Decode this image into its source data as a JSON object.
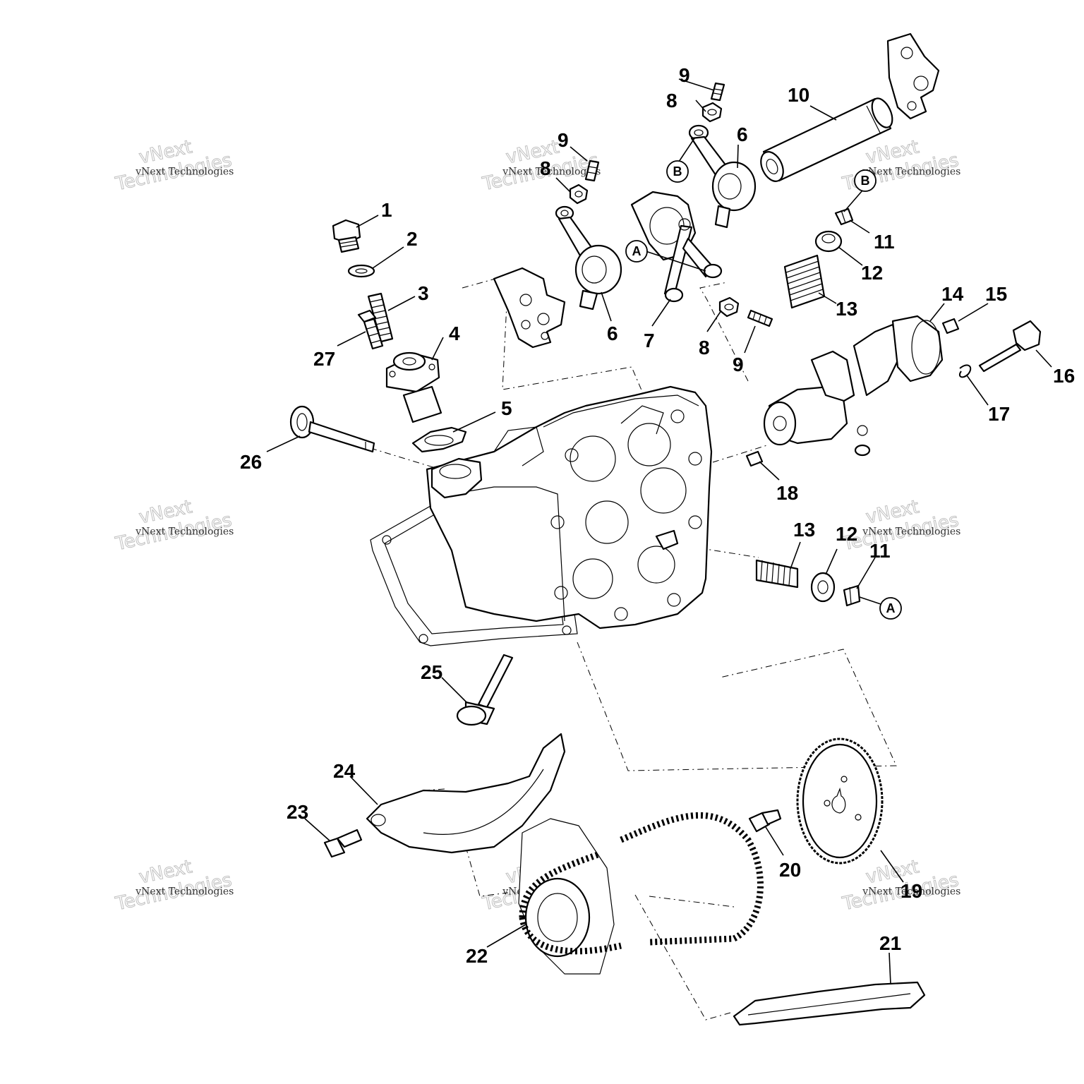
{
  "diagram": {
    "callouts": {
      "c1": "1",
      "c2": "2",
      "c3": "3",
      "c4": "4",
      "c5": "5",
      "c6a": "6",
      "c6b": "6",
      "c7": "7",
      "c8a": "8",
      "c8b": "8",
      "c8c": "8",
      "c9a": "9",
      "c9b": "9",
      "c9c": "9",
      "c10": "10",
      "c11a": "11",
      "c11b": "11",
      "c12a": "12",
      "c12b": "12",
      "c13a": "13",
      "c13b": "13",
      "c14": "14",
      "c15": "15",
      "c16": "16",
      "c17": "17",
      "c18": "18",
      "c19": "19",
      "c20": "20",
      "c21": "21",
      "c22": "22",
      "c23": "23",
      "c24": "24",
      "c25": "25",
      "c26": "26",
      "c27": "27"
    },
    "references": {
      "ref_a1": "A",
      "ref_a2": "A",
      "ref_b1": "B",
      "ref_b2": "B"
    }
  },
  "watermark": {
    "line1": "vNext",
    "line2": "Technologies",
    "small": "vNext Technologies"
  }
}
